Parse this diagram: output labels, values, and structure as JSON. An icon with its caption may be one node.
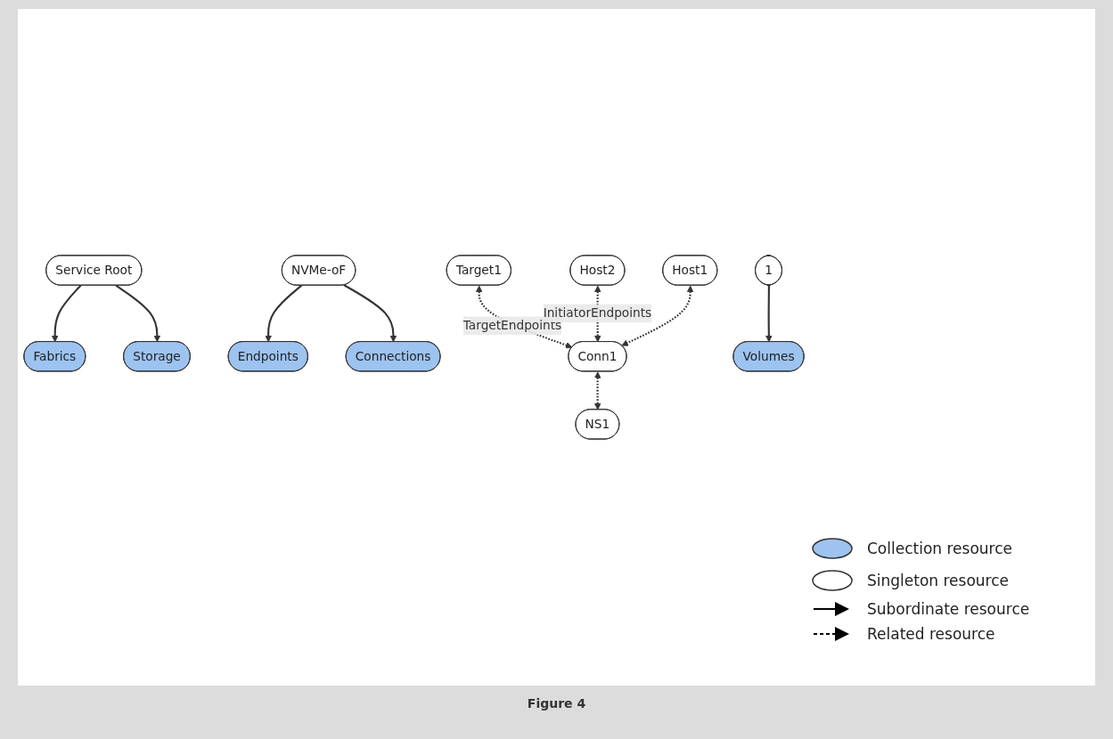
{
  "diagram": {
    "caption": "Figure 4",
    "nodes": [
      {
        "text": [
          "Service Root"
        ]
      },
      {
        "text": [
          "Fabrics"
        ]
      },
      {
        "text": [
          "NVMe-oF"
        ]
      },
      {
        "text": [
          "Storage"
        ]
      },
      {
        "text": [
          "1"
        ]
      },
      {
        "text": [
          "Endpoints"
        ]
      },
      {
        "text": [
          "Connections"
        ]
      },
      {
        "text": [
          "Conn1"
        ]
      },
      {
        "text": [
          "Host1"
        ]
      },
      {
        "text": [
          "Host2"
        ]
      },
      {
        "text": [
          "Target1"
        ]
      },
      {
        "text": [
          "Volumes"
        ]
      },
      {
        "text": [
          "NS1"
        ]
      }
    ],
    "edges": [
      {
        "from": 0,
        "to": 1,
        "arrow": "to"
      },
      {
        "from": 0,
        "to": 3,
        "arrow": "to"
      },
      {
        "from": 2,
        "to": 5,
        "arrow": "to"
      },
      {
        "from": 2,
        "to": 6,
        "arrow": "to"
      },
      {
        "from": 4,
        "to": 11,
        "arrow": "to"
      },
      {
        "from": 7,
        "to": 12,
        "arrow": "both",
        "style": "dashed"
      },
      {
        "from": 10,
        "to": 7,
        "arrow": "both",
        "style": "dashed",
        "label": "TargetEndpoints"
      },
      {
        "from": 9,
        "to": 7,
        "arrow": "both",
        "style": "dashed",
        "label": "InitiatorEndpoints"
      },
      {
        "from": 8,
        "to": 7,
        "arrow": "both",
        "style": "dashed"
      }
    ],
    "legend": [
      {
        "text": "Collection resource",
        "color": "#9dc3f0"
      },
      {
        "text": "Singleton resource"
      },
      {
        "text": "Subordinate resource"
      },
      {
        "text": "Related resource"
      }
    ]
  }
}
